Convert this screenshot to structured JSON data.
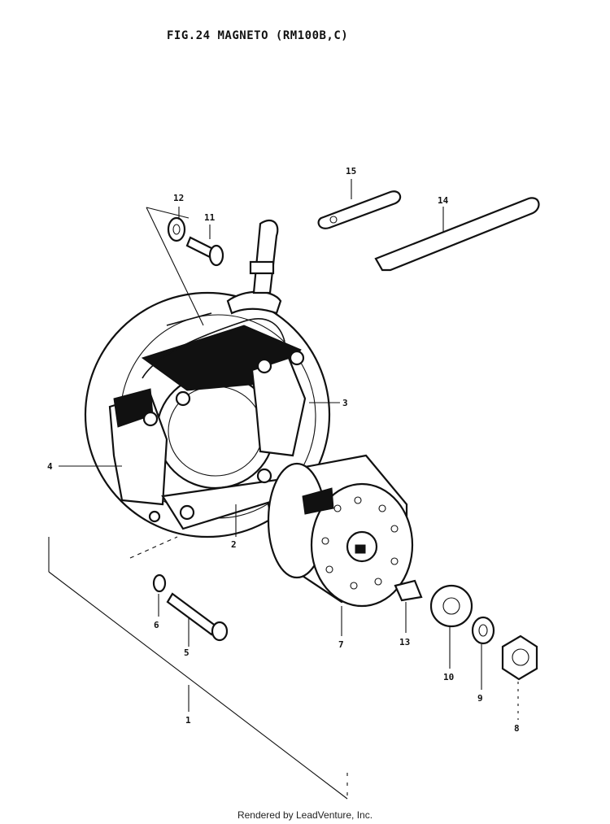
{
  "title": "FIG.24  MAGNETO (RM100B,C)",
  "credit": "Rendered by LeadVenture, Inc.",
  "callouts": {
    "p1": "1",
    "p2": "2",
    "p3": "3",
    "p4": "4",
    "p5": "5",
    "p6": "6",
    "p7": "7",
    "p8": "8",
    "p9": "9",
    "p10": "10",
    "p11": "11",
    "p12": "12",
    "p13": "13",
    "p14": "14",
    "p15": "15"
  }
}
